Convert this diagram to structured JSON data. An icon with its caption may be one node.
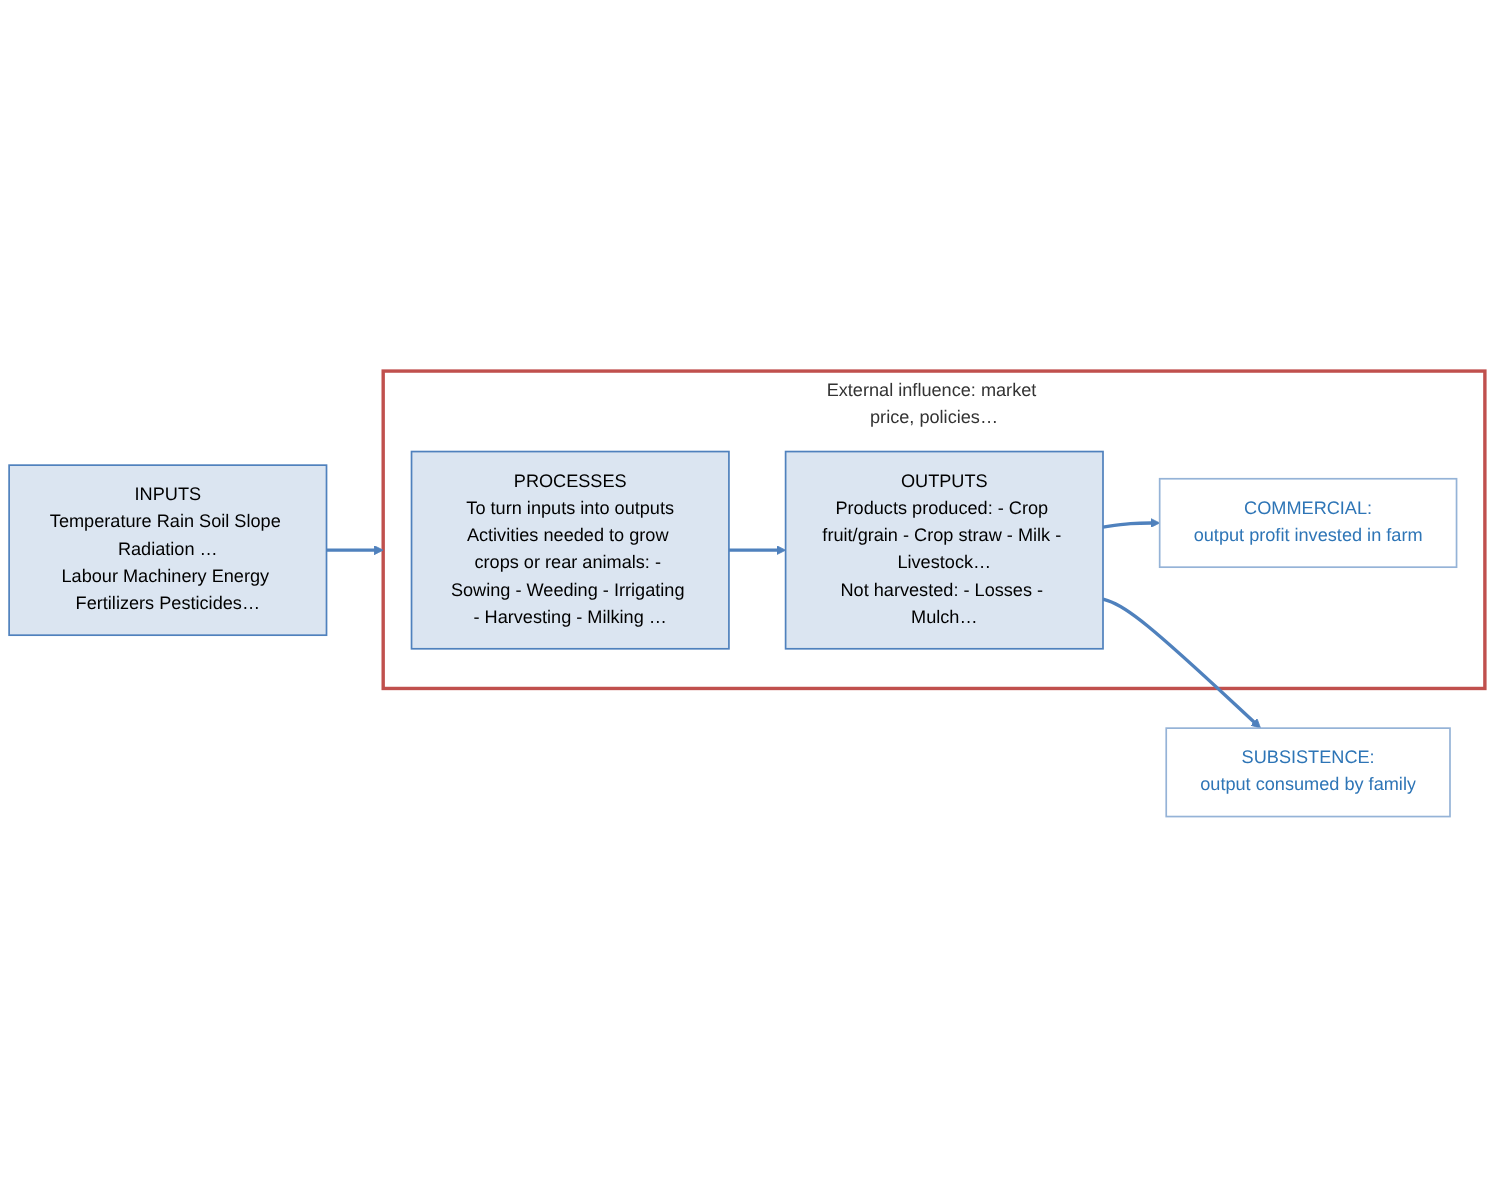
{
  "diagram": {
    "nodes": [
      {
        "text": [
          "External influence: market price, policies…"
        ]
      },
      {
        "text": [
          "INPUTS",
          "Temperature Rain Soil Slope Radiation …",
          "Labour Machinery Energy Fertilizers Pesticides…"
        ]
      },
      {
        "text": [
          "PROCESSES",
          "To turn inputs into outputs",
          "Activities needed to grow crops or rear animals: - Sowing - Weeding - Irrigating - Harvesting - Milking …"
        ],
        "in": 0
      },
      {
        "text": [
          "OUTPUTS",
          "Products produced: - Crop fruit/grain - Crop straw - Milk - Livestock…",
          "Not harvested: - Losses - Mulch…"
        ],
        "in": 0
      },
      {
        "text": [
          "COMMERCIAL:",
          "output profit invested in farm"
        ],
        "in": 0
      },
      {
        "text": [
          "SUBSISTENCE:",
          "output consumed by family"
        ]
      }
    ],
    "edges": [
      {
        "from": 1,
        "to": 0,
        "arrow": "to"
      },
      {
        "from": 2,
        "to": 3,
        "arrow": "to"
      },
      {
        "from": 3,
        "to": 4,
        "arrow": "to"
      },
      {
        "from": 3,
        "to": 5,
        "arrow": "to"
      }
    ]
  }
}
